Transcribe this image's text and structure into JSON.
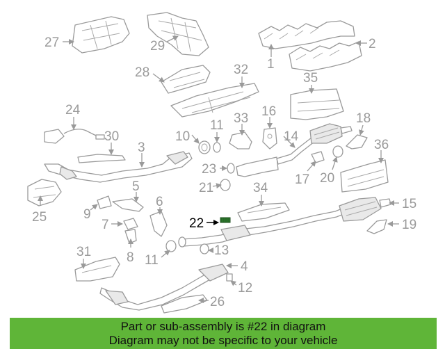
{
  "diagram": {
    "highlight_color": "#111111",
    "part_color": "#9a9a9a",
    "callouts": {
      "c1": "1",
      "c2": "2",
      "c3": "3",
      "c4": "4",
      "c5": "5",
      "c6": "6",
      "c7": "7",
      "c8": "8",
      "c9": "9",
      "c10": "10",
      "c11a": "11",
      "c11b": "11",
      "c12": "12",
      "c13": "13",
      "c14": "14",
      "c15": "15",
      "c16": "16",
      "c17": "17",
      "c18": "18",
      "c19": "19",
      "c20": "20",
      "c21": "21",
      "c22": "22",
      "c23": "23",
      "c24": "24",
      "c25": "25",
      "c26": "26",
      "c27": "27",
      "c28": "28",
      "c29": "29",
      "c30": "30",
      "c31": "31",
      "c32": "32",
      "c33": "33",
      "c34": "34",
      "c35": "35",
      "c36": "36"
    }
  },
  "banner": {
    "background": "#5fb538",
    "line1": "Part or sub-assembly is #22 in diagram",
    "line2": "Diagram may not be specific to your vehicle"
  }
}
